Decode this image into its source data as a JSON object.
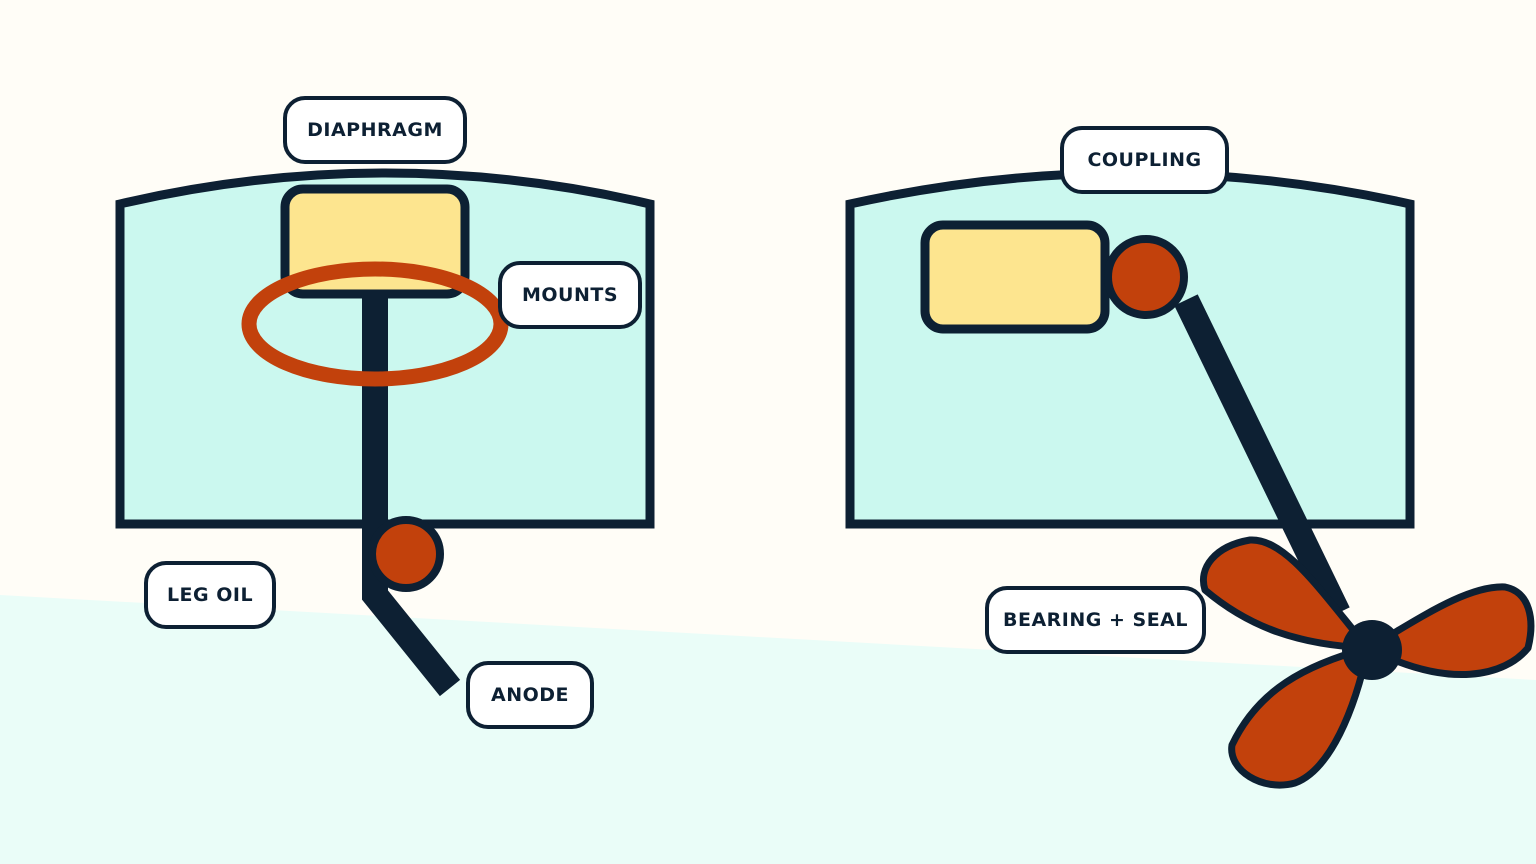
{
  "labels": {
    "diaphragm": "DIAPHRAGM",
    "mounts": "MOUNTS",
    "leg_oil": "LEG OIL",
    "anode": "ANODE",
    "coupling": "COUPLING",
    "bearing_seal": "BEARING + SEAL"
  },
  "colors": {
    "background": "#fffdf7",
    "water": "#cbf8ef",
    "water_light": "#eafdf8",
    "outline": "#0d2033",
    "engine": "#fde58f",
    "accent": "#c2410c"
  }
}
